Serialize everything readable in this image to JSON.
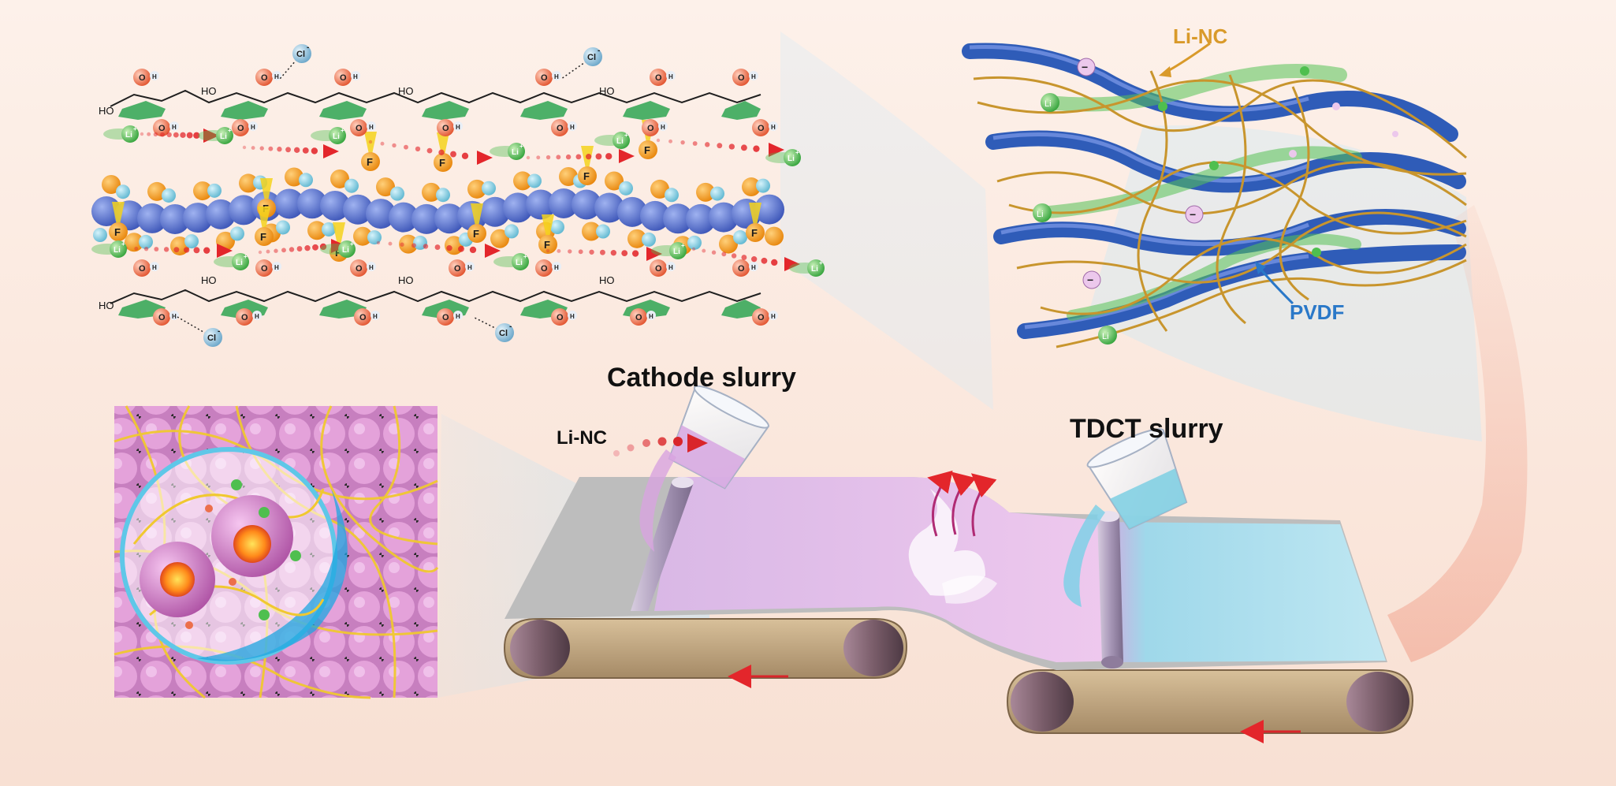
{
  "labels": {
    "cathode_slurry": "Cathode slurry",
    "tdct_slurry": "TDCT slurry",
    "li_nc_left": "Li-NC",
    "li_nc_top": "Li-NC",
    "pvdf": "PVDF"
  },
  "chem": {
    "li": "Li",
    "li_charge": "+",
    "f": "F",
    "o": "O",
    "h": "H",
    "ho": "HO",
    "cl": "Cl",
    "cl_charge": "-",
    "minus": "−"
  },
  "colors": {
    "background": "#fbe9df",
    "li_ion": "#4fbf4f",
    "fluorine": "#f29a22",
    "pvdf_chain": "#4a66c9",
    "hydrogen_sphere": "#7fc9de",
    "cellulose_ring": "#3aa85a",
    "oxygen": "#ec6f4b",
    "chloride": "#8ab9d6",
    "li_nc_fiber": "#c8952d",
    "pvdf_fiber": "#2f5cb8",
    "cathode_film": "#e2b7e6",
    "tdct_film": "#8fd3e8",
    "roller": "#8a6a72",
    "label_orange": "#d99a2a",
    "label_blue": "#2a78c8",
    "arrow_red": "#d9252a",
    "particle_pink": "#c85fb4"
  }
}
